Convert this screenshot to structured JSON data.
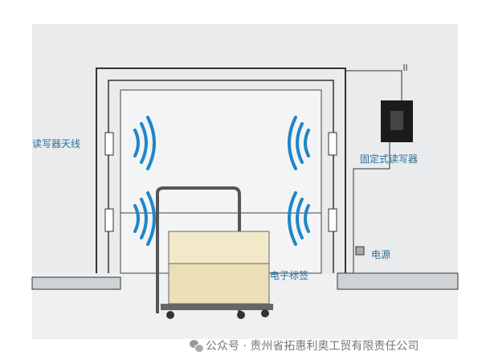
{
  "labels": {
    "antenna": "读写器天线",
    "fixed_reader": "固定式读写器",
    "tag": "电子标签",
    "power": "电源"
  },
  "watermark": "公众号 · 贵州省拓惠利奥工贸有限责任公司",
  "colors": {
    "background": "#e6e8ea",
    "wave": "#1f86c8",
    "label": "#2a6f9a",
    "reader": "#1b1b1b"
  }
}
